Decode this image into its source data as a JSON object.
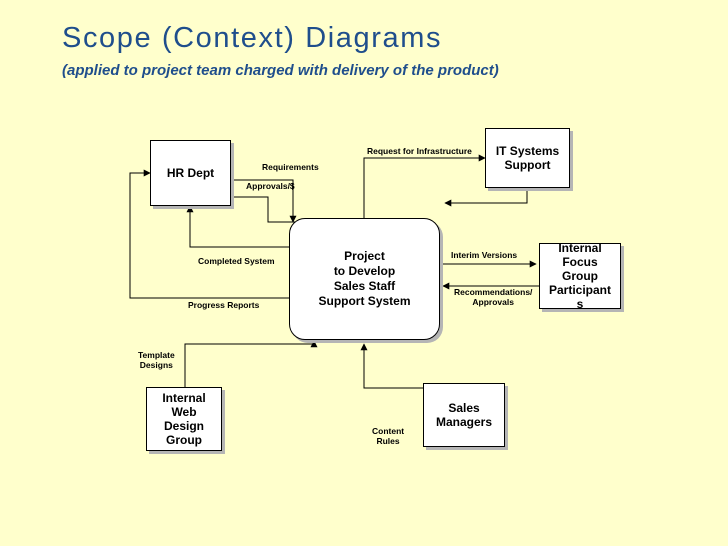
{
  "header": {
    "title": "Scope (Context) Diagrams",
    "subtitle": "(applied to project team charged with delivery of the product)"
  },
  "colors": {
    "background": "#ffffcc",
    "title": "#1f4e8c",
    "line": "#000000",
    "box_fill": "#ffffff"
  },
  "nodes": {
    "hr": "HR Dept",
    "it": "IT Systems\nSupport",
    "project": "Project\nto Develop\nSales Staff\nSupport System",
    "focus": "Internal\nFocus\nGroup\nParticipant\ns",
    "web": "Internal\nWeb\nDesign\nGroup",
    "sales": "Sales\nManagers"
  },
  "flows": {
    "requirements": "Requirements",
    "approvals": "Approvals/$",
    "request_infra": "Request for Infrastructure",
    "completed_system": "Completed System",
    "interim_versions": "Interim Versions",
    "recommendations": "Recommendations/\nApprovals",
    "progress_reports": "Progress Reports",
    "template_designs": "Template\nDesigns",
    "content_rules": "Content\nRules"
  }
}
